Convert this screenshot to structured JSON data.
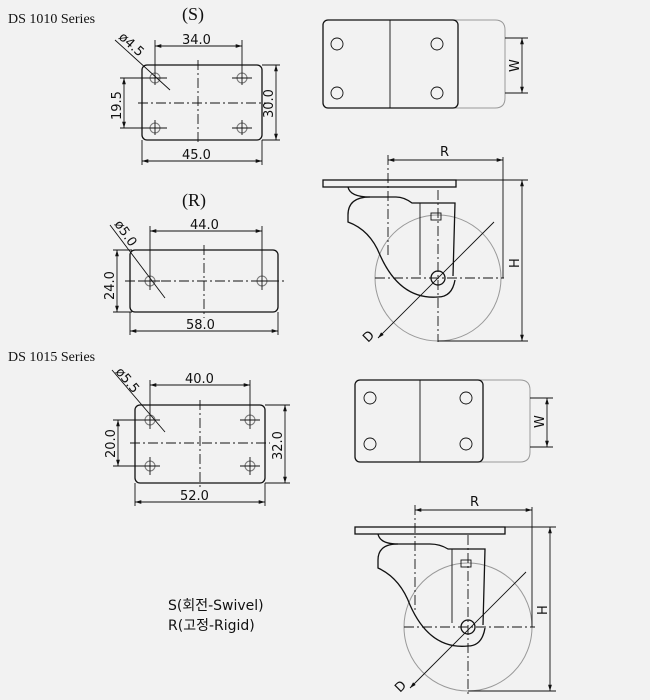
{
  "series": [
    {
      "title": "DS 1010 Series",
      "swivel_label": "(S)",
      "swivel_dims": {
        "hole_spacing_x": "34.0",
        "width": "45.0",
        "height": "30.0",
        "hole_spacing_y": "19.5",
        "hole_dia": "ø4.5"
      },
      "rigid_label": "(R)",
      "rigid_dims": {
        "hole_spacing_x": "44.0",
        "width": "58.0",
        "height": "24.0",
        "hole_dia": "ø5.0"
      },
      "top_view": {
        "w_label": "W"
      },
      "side_view": {
        "r_label": "R",
        "h_label": "H",
        "d_label": "D"
      }
    },
    {
      "title": "DS 1015 Series",
      "swivel_dims": {
        "hole_spacing_x": "40.0",
        "width": "52.0",
        "height": "32.0",
        "hole_spacing_y": "20.0",
        "hole_dia": "ø5.5"
      },
      "top_view": {
        "w_label": "W"
      },
      "side_view": {
        "r_label": "R",
        "h_label": "H",
        "d_label": "D"
      }
    }
  ],
  "legend": [
    "S(회전-Swivel)",
    "R(고정-Rigid)"
  ]
}
